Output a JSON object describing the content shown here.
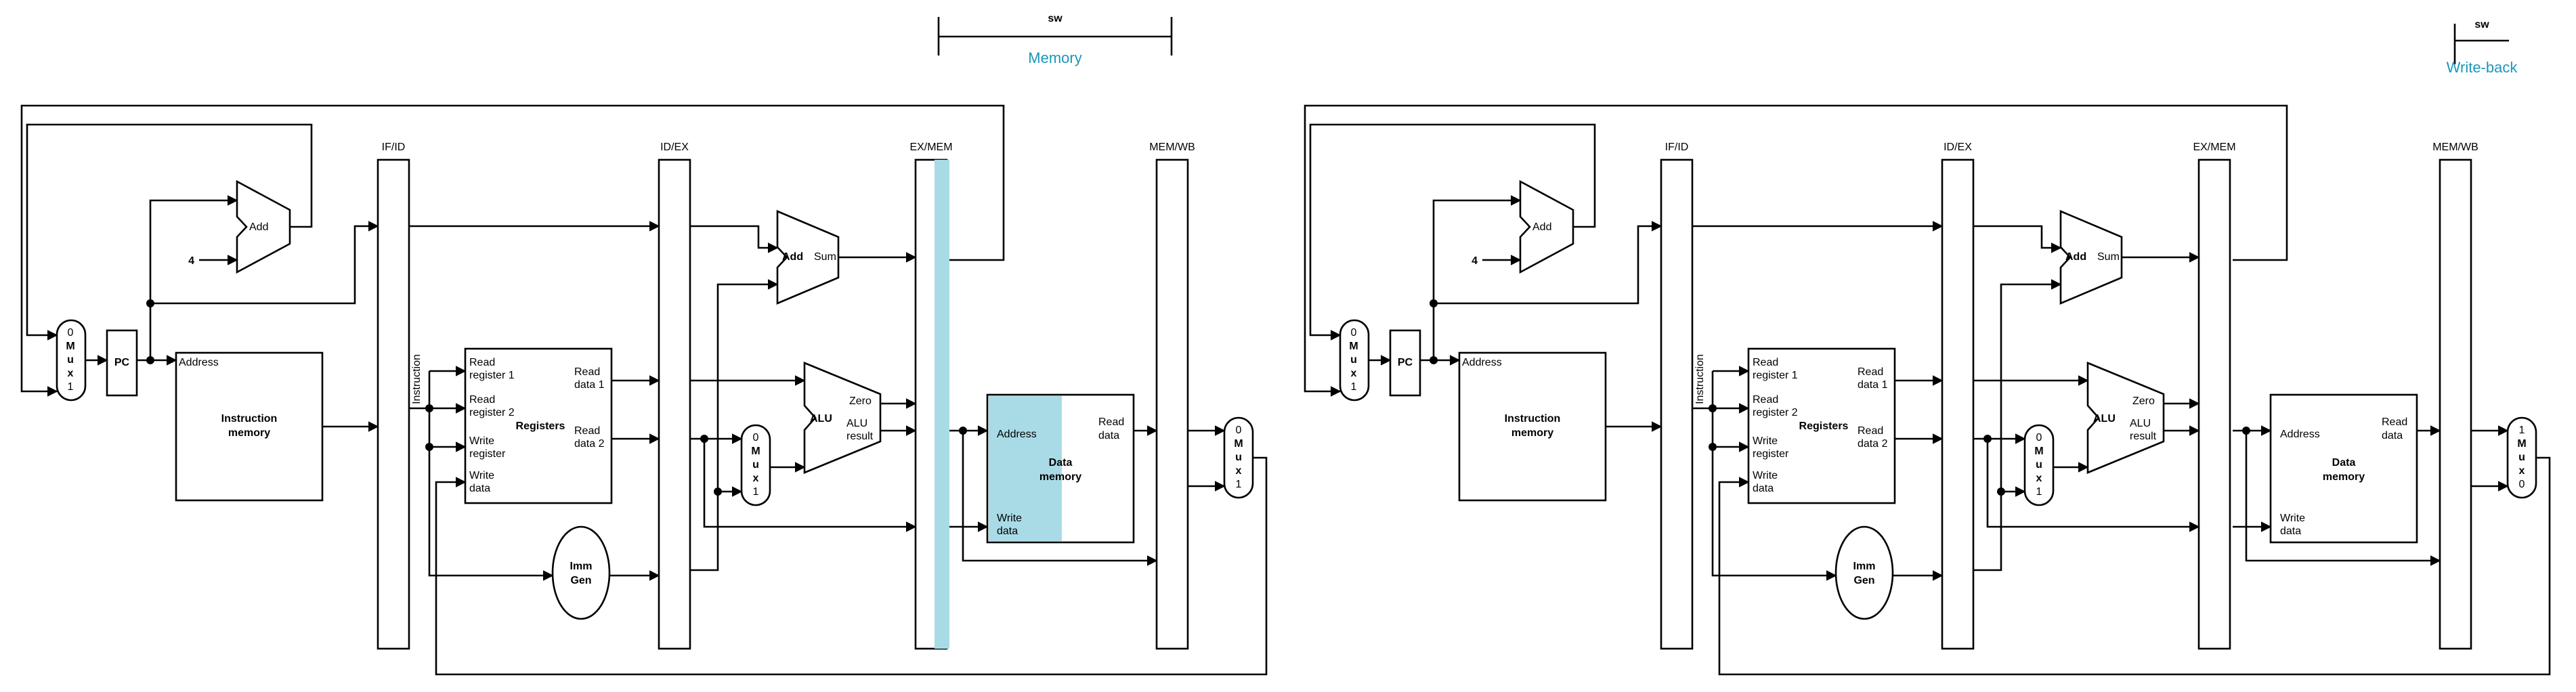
{
  "panels": [
    {
      "instruction": "sw",
      "stage": "Memory",
      "highlight_color": "#a9dbe6",
      "pipeline_registers": [
        "IF/ID",
        "ID/EX",
        "EX/MEM",
        "MEM/WB"
      ],
      "pc": "PC",
      "adder_pc": "Add",
      "four": "4",
      "adder_branch": "Add",
      "adder_branch_out": "Sum",
      "mux_left": [
        "0",
        "M",
        "u",
        "x",
        "1"
      ],
      "mux_alu": [
        "0",
        "M",
        "u",
        "x",
        "1"
      ],
      "mux_wb": [
        "0",
        "M",
        "u",
        "x",
        "1"
      ],
      "imem_address": "Address",
      "imem_title": [
        "Instruction",
        "memory"
      ],
      "instruction_label": "Instruction",
      "regs": {
        "read_reg1": [
          "Read",
          "register 1"
        ],
        "read_reg2": [
          "Read",
          "register 2"
        ],
        "write_reg": [
          "Write",
          "register"
        ],
        "write_data": [
          "Write",
          "data"
        ],
        "title": "Registers",
        "read_data1": [
          "Read",
          "data 1"
        ],
        "read_data2": [
          "Read",
          "data 2"
        ]
      },
      "alu": {
        "title": "ALU",
        "zero": "Zero",
        "result": [
          "ALU",
          "result"
        ]
      },
      "dmem": {
        "address": "Address",
        "read_data": [
          "Read",
          "data"
        ],
        "title": [
          "Data",
          "memory"
        ],
        "write_data": [
          "Write",
          "data"
        ]
      },
      "immgen": [
        "Imm",
        "Gen"
      ]
    },
    {
      "instruction": "sw",
      "stage": "Write-back",
      "pipeline_registers": [
        "IF/ID",
        "ID/EX",
        "EX/MEM",
        "MEM/WB"
      ],
      "pc": "PC",
      "adder_pc": "Add",
      "four": "4",
      "adder_branch": "Add",
      "adder_branch_out": "Sum",
      "mux_left": [
        "0",
        "M",
        "u",
        "x",
        "1"
      ],
      "mux_alu": [
        "0",
        "M",
        "u",
        "x",
        "1"
      ],
      "mux_wb": [
        "1",
        "M",
        "u",
        "x",
        "0"
      ],
      "imem_address": "Address",
      "imem_title": [
        "Instruction",
        "memory"
      ],
      "instruction_label": "Instruction",
      "regs": {
        "read_reg1": [
          "Read",
          "register 1"
        ],
        "read_reg2": [
          "Read",
          "register 2"
        ],
        "write_reg": [
          "Write",
          "register"
        ],
        "write_data": [
          "Write",
          "data"
        ],
        "title": "Registers",
        "read_data1": [
          "Read",
          "data 1"
        ],
        "read_data2": [
          "Read",
          "data 2"
        ]
      },
      "alu": {
        "title": "ALU",
        "zero": "Zero",
        "result": [
          "ALU",
          "result"
        ]
      },
      "dmem": {
        "address": "Address",
        "read_data": [
          "Read",
          "data"
        ],
        "title": [
          "Data",
          "memory"
        ],
        "write_data": [
          "Write",
          "data"
        ]
      },
      "immgen": [
        "Imm",
        "Gen"
      ]
    }
  ]
}
